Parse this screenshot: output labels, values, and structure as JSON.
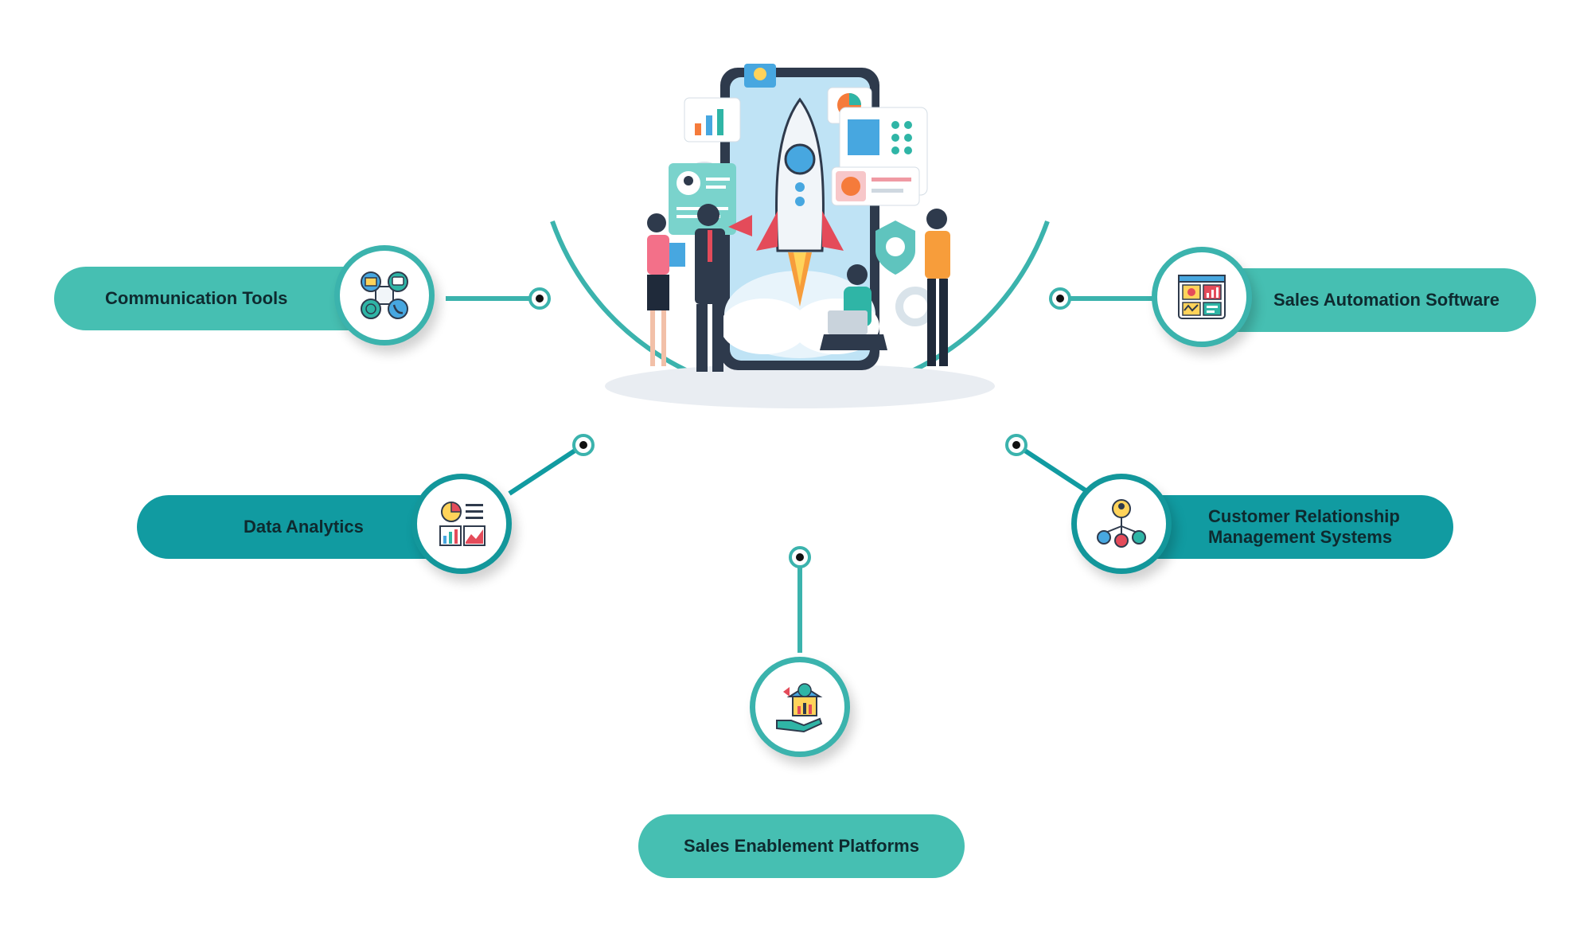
{
  "items": [
    {
      "label": "Communication Tools",
      "icon": "communication-tools-icon"
    },
    {
      "label": "Data Analytics",
      "icon": "data-analytics-icon"
    },
    {
      "label": "Sales Enablement Platforms",
      "icon": "sales-enablement-icon"
    },
    {
      "label": "Customer Relationship\nManagement Systems",
      "icon": "crm-icon"
    },
    {
      "label": "Sales Automation Software",
      "icon": "sales-automation-icon"
    }
  ],
  "colors": {
    "teal_light": "#46bfb2",
    "teal_dark": "#119ba1",
    "ring": "#3bb3ad",
    "text": "#0e2a2f"
  },
  "illustration": {
    "icon": "startup-rocket-team-illustration"
  }
}
